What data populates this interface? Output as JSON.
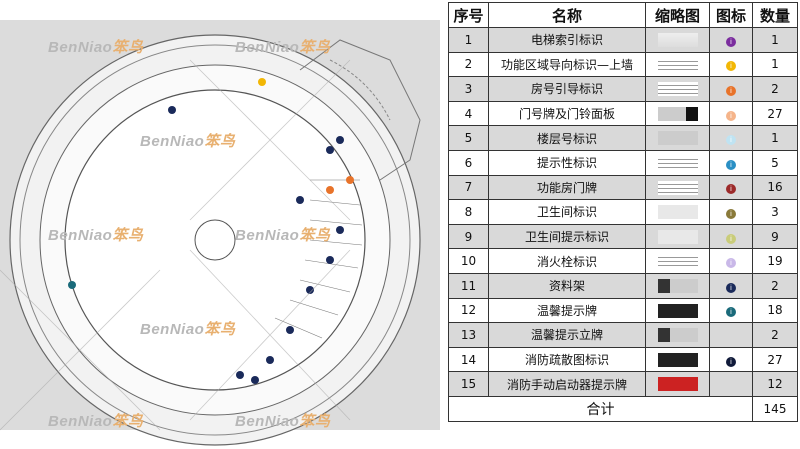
{
  "watermark": {
    "latin": "BenNiao",
    "cn": "笨鸟"
  },
  "table": {
    "headers": [
      "序号",
      "名称",
      "缩略图",
      "图标",
      "数量"
    ],
    "rows": [
      {
        "no": "1",
        "name": "电梯索引标识",
        "icon_color": "#7b2d9e",
        "qty": "1",
        "thumb": "light"
      },
      {
        "no": "2",
        "name": "功能区域导向标识—上墙",
        "icon_color": "#f2b705",
        "qty": "1",
        "thumb": "text"
      },
      {
        "no": "3",
        "name": "房号引导标识",
        "icon_color": "#e8732a",
        "qty": "2",
        "thumb": "text"
      },
      {
        "no": "4",
        "name": "门号牌及门铃面板",
        "icon_color": "#f5b48a",
        "qty": "27",
        "thumb": "panel"
      },
      {
        "no": "5",
        "name": "楼层号标识",
        "icon_color": "#bfe3f2",
        "qty": "1",
        "thumb": "2f"
      },
      {
        "no": "6",
        "name": "提示性标识",
        "icon_color": "#2a8fc4",
        "qty": "5",
        "thumb": "text"
      },
      {
        "no": "7",
        "name": "功能房门牌",
        "icon_color": "#9c2a2a",
        "qty": "16",
        "thumb": "text"
      },
      {
        "no": "8",
        "name": "卫生间标识",
        "icon_color": "#8a7a3a",
        "qty": "3",
        "thumb": "wc"
      },
      {
        "no": "9",
        "name": "卫生间提示标识",
        "icon_color": "#c9cc7a",
        "qty": "9",
        "thumb": "wc"
      },
      {
        "no": "10",
        "name": "消火栓标识",
        "icon_color": "#c9b8e8",
        "qty": "19",
        "thumb": "text"
      },
      {
        "no": "11",
        "name": "资料架",
        "icon_color": "#1a2a5a",
        "qty": "2",
        "thumb": "rack"
      },
      {
        "no": "12",
        "name": "温馨提示牌",
        "icon_color": "#1a6a7a",
        "qty": "18",
        "thumb": "dark"
      },
      {
        "no": "13",
        "name": "温馨提示立牌",
        "icon_color": "",
        "qty": "2",
        "thumb": "rack"
      },
      {
        "no": "14",
        "name": "消防疏散图标识",
        "icon_color": "#101a3a",
        "qty": "27",
        "thumb": "dark"
      },
      {
        "no": "15",
        "name": "消防手动启动器提示牌",
        "icon_color": "",
        "qty": "12",
        "thumb": "red"
      }
    ],
    "total_label": "合计",
    "total": "145"
  }
}
